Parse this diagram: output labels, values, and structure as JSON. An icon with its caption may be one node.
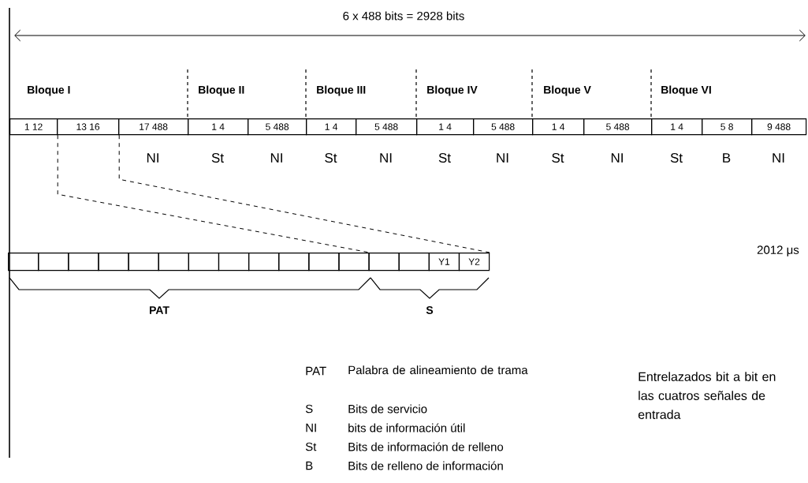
{
  "diagram": {
    "nodes": [
      {
        "text": [
          "1 12"
        ]
      },
      {
        "text": [
          "13 16"
        ]
      },
      {
        "text": [
          "17 488"
        ],
        "beside": [
          "NI"
        ]
      },
      {
        "text": [
          "1 4"
        ],
        "beside": [
          "St"
        ]
      },
      {
        "text": [
          "5 488"
        ],
        "beside": [
          "NI"
        ]
      },
      {
        "text": [
          "1 4"
        ],
        "beside": [
          "St"
        ]
      },
      {
        "text": [
          "5 488"
        ],
        "beside": [
          "NI"
        ]
      },
      {
        "text": [
          "1 4"
        ],
        "beside": [
          "St"
        ]
      },
      {
        "text": [
          "5 488"
        ],
        "beside": [
          "NI"
        ]
      },
      {
        "text": [
          "1 4"
        ],
        "beside": [
          "St"
        ]
      },
      {
        "text": [
          "5 488"
        ],
        "beside": [
          "NI"
        ]
      },
      {
        "text": [
          "1 4"
        ],
        "beside": [
          "St"
        ]
      },
      {
        "text": [
          "5 8"
        ],
        "beside": [
          "B"
        ]
      },
      {
        "text": [
          "9 488"
        ],
        "beside": [
          "NI"
        ]
      },
      {
        "text": [],
        "shape": "box"
      },
      {
        "text": [],
        "shape": "box"
      },
      {
        "text": [],
        "shape": "box"
      },
      {
        "text": [],
        "shape": "box"
      },
      {
        "text": [],
        "shape": "box"
      },
      {
        "text": [],
        "shape": "box"
      },
      {
        "text": [],
        "shape": "box"
      },
      {
        "text": [],
        "shape": "box"
      },
      {
        "text": [],
        "shape": "box"
      },
      {
        "text": [],
        "shape": "box"
      },
      {
        "text": [],
        "shape": "box"
      },
      {
        "text": [],
        "shape": "box"
      },
      {
        "text": [],
        "shape": "box"
      },
      {
        "text": [],
        "shape": "box"
      },
      {
        "text": [
          "Y1"
        ]
      },
      {
        "text": [
          "Y2"
        ]
      }
    ],
    "edges": [
      {
        "from": 0,
        "to": 25,
        "arrow": "none",
        "style": "dashed"
      },
      {
        "from": 1,
        "to": 29,
        "arrow": "none",
        "style": "dashed"
      }
    ],
    "labels": [
      "6 x 488 bits = 2928 bits",
      "Bloque I",
      "Bloque II",
      "Bloque III",
      "Bloque IV",
      "Bloque V",
      "Bloque VI",
      "2012 μs",
      "PAT",
      "S",
      "PAT",
      "Palabra de alineamiento de trama",
      "S",
      "Bits de servicio",
      "NI",
      "bits de información útil",
      "St",
      "Bits de información de relleno",
      "B",
      "Bits de relleno de información",
      "Entrelazados bit a bit en las cuatros señales de entrada"
    ]
  }
}
